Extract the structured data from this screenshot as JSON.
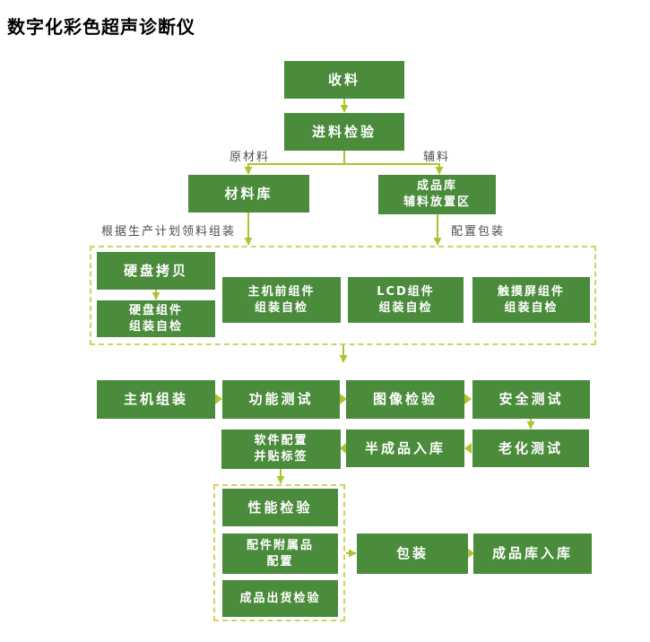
{
  "title": "数字化彩色超声诊断仪",
  "colors": {
    "node_fill": "#4b8b3c",
    "node_text": "#ffffff",
    "connector": "#abc42e",
    "group_border": "#cbd65a",
    "edge_label_text": "#4d4d4d",
    "title_text": "#000000"
  },
  "edge_labels": {
    "raw_material": "原材料",
    "auxiliary_material": "辅料",
    "pick_by_plan": "根据生产计划领料组装",
    "configure_packaging": "配置包装"
  },
  "nodes": {
    "receive": "收料",
    "incoming_inspection": "进料检验",
    "material_warehouse": "材料库",
    "finished_aux_area": "成品库\n辅料放置区",
    "hdd_copy": "硬盘拷贝",
    "hdd_assembly_check": "硬盘组件\n组装自检",
    "host_front_assembly_check": "主机前组件\n组装自检",
    "lcd_assembly_check": "LCD组件\n组装自检",
    "touchscreen_assembly_check": "触摸屏组件\n组装自检",
    "host_assembly": "主机组装",
    "function_test": "功能测试",
    "image_inspection": "图像检验",
    "safety_test": "安全测试",
    "software_config_label": "软件配置\n并贴标签",
    "semi_finished_storage": "半成品入库",
    "aging_test": "老化测试",
    "performance_inspection": "性能检验",
    "accessories_config": "配件附属品\n配置",
    "shipment_inspection": "成品出货检验",
    "packaging": "包装",
    "finished_storage": "成品库入库"
  }
}
